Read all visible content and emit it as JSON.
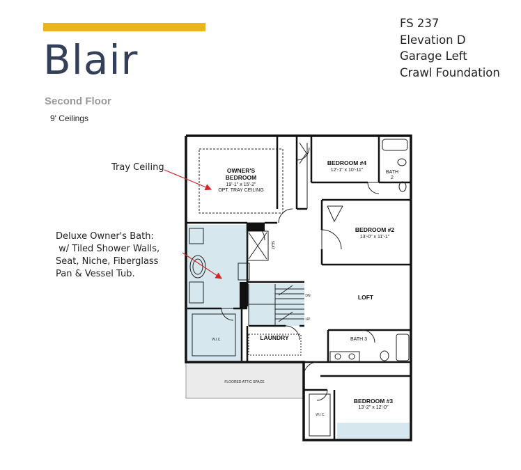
{
  "plan": {
    "name": "Blair",
    "level": "Second Floor",
    "ceilings": "9' Ceilings"
  },
  "info": {
    "lines": [
      "FS 237",
      "Elevation  D",
      "Garage Left",
      "Crawl Foundation"
    ]
  },
  "callouts": {
    "tray": "Tray Ceiling",
    "bath": [
      "Deluxe Owner's Bath:",
      " w/ Tiled Shower Walls,",
      "Seat, Niche, Fiberglass",
      "Pan & Vessel Tub."
    ]
  },
  "rooms": {
    "owner": {
      "name1": "OWNER'S",
      "name2": "BEDROOM",
      "dims": "19'-1\" x 15'-2\"",
      "note": "OPT. TRAY CEILING"
    },
    "bed4": {
      "name": "BEDROOM #4",
      "dims": "12'-1\" x 10'-11\""
    },
    "bath2": {
      "name": "BATH",
      "num": "2"
    },
    "bed2": {
      "name": "BEDROOM #2",
      "dims": "13'-0\" x 11'-1\""
    },
    "loft": {
      "name": "LOFT"
    },
    "bath3": {
      "name": "BATH 3"
    },
    "laundry": {
      "name": "LAUNDRY"
    },
    "bed3": {
      "name": "BEDROOM #3",
      "dims": "13'-2\" x 12'-0\""
    },
    "wic_owner": "W.I.C.",
    "wic_bed3": "W.I.C.",
    "attic": "FLOORED ATTIC SPACE",
    "stair_dn": "DN",
    "stair_up": "UP",
    "seat": "SEAT"
  },
  "colors": {
    "accent": "#e8b420",
    "title": "#34405a",
    "bath_fill": "#d6e8ee",
    "arrow": "#d02828"
  }
}
